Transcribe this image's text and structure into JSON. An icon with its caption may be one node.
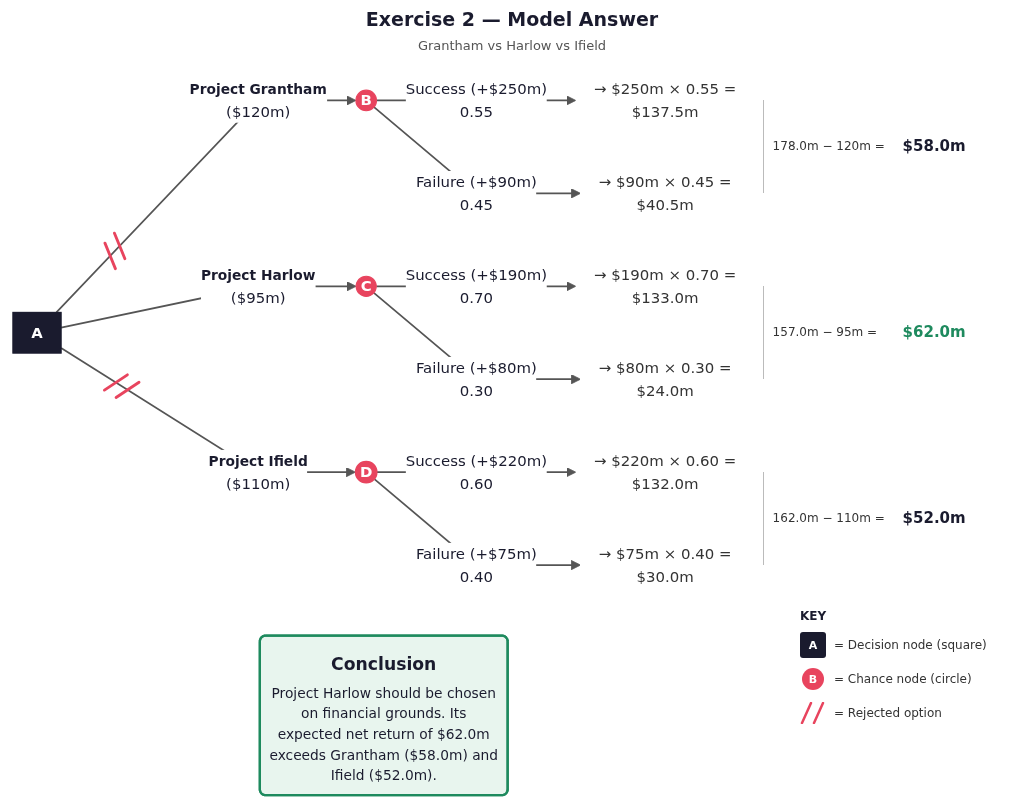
{
  "diagram": {
    "title": "Exercise 2 — Model Answer",
    "nodes": [
      {
        "text": [
          "A"
        ]
      },
      {
        "text": [
          "B"
        ]
      },
      {
        "text": [
          "C"
        ]
      },
      {
        "text": [
          "D"
        ]
      },
      {
        "text": [
          "→ $250m × 0.55 =",
          "$137.5m"
        ]
      },
      {
        "text": [
          "→ $90m × 0.45 =",
          "$40.5m"
        ]
      },
      {
        "text": [
          "→ $190m × 0.70 =",
          "$133.0m"
        ]
      },
      {
        "text": [
          "→ $80m × 0.30 =",
          "$24.0m"
        ]
      },
      {
        "text": [
          "→ $220m × 0.60 =",
          "$132.0m"
        ]
      },
      {
        "text": [
          "→ $75m × 0.40 =",
          "$30.0m"
        ]
      },
      {
        "text": [
          "Conclusion",
          "Project Harlow should be chosen on financial grounds. Its expected net return of $62.0m exceeds Grantham ($58.0m) and Ifield ($52.0m)."
        ]
      }
    ],
    "edges": [
      {
        "from": 0,
        "to": 1,
        "arrow": "to",
        "label": "Project Grantham ($120m)"
      },
      {
        "from": 0,
        "to": 2,
        "arrow": "to",
        "label": "Project Harlow ($95m)"
      },
      {
        "from": 0,
        "to": 3,
        "arrow": "to",
        "label": "Project Ifield ($110m)"
      },
      {
        "from": 1,
        "to": 4,
        "arrow": "to",
        "label": "Success (+$250m) 0.55"
      },
      {
        "from": 1,
        "to": 5,
        "arrow": "to",
        "label": "Failure (+$90m) 0.45"
      },
      {
        "from": 2,
        "to": 6,
        "arrow": "to",
        "label": "Success (+$190m) 0.70"
      },
      {
        "from": 2,
        "to": 7,
        "arrow": "to",
        "label": "Failure (+$80m) 0.30"
      },
      {
        "from": 3,
        "to": 8,
        "arrow": "to",
        "label": "Success (+$220m) 0.60"
      },
      {
        "from": 3,
        "to": 9,
        "arrow": "to",
        "label": "Failure (+$75m) 0.40"
      }
    ],
    "labels": [
      "Grantham vs Harlow vs Ifield",
      "KEY",
      "A",
      "B",
      "178.0m − 120m =",
      "$58.0m",
      "157.0m − 95m =",
      "$62.0m",
      "162.0m − 110m =",
      "$52.0m"
    ],
    "legend": [
      {
        "text": "= Decision node (square)",
        "color": "#1a1b2e"
      },
      {
        "text": "= Chance node (circle)",
        "color": "#e8445e"
      },
      {
        "text": "= Rejected option"
      }
    ]
  }
}
